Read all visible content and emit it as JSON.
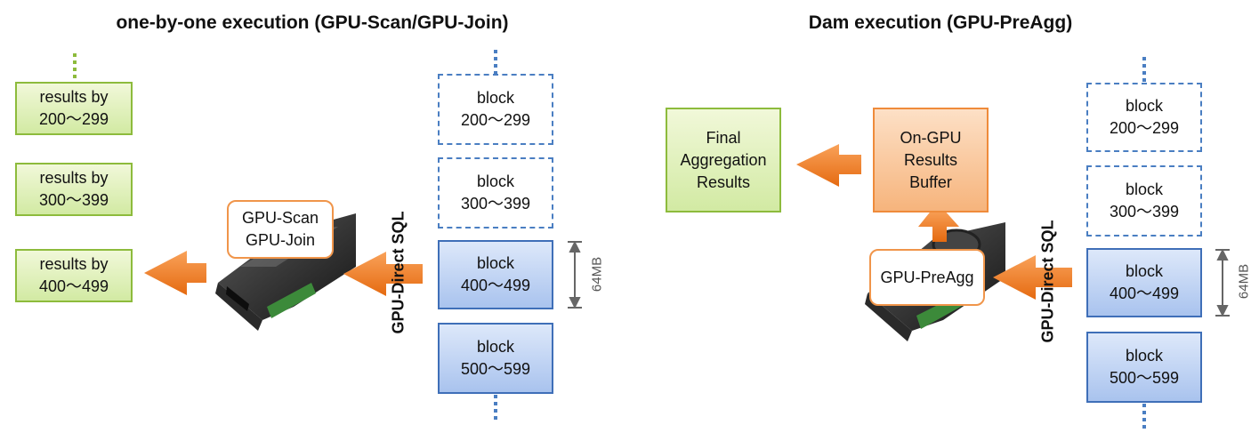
{
  "left": {
    "title": "one-by-one execution (GPU-Scan/GPU-Join)",
    "results": [
      "results by\n200～299",
      "results by\n300～399",
      "results by\n400～499"
    ],
    "gpu_label": "GPU-Scan\nGPU-Join",
    "transfer_label": "GPU-Direct SQL",
    "blocks": [
      {
        "label": "block\n200～299",
        "state": "pending"
      },
      {
        "label": "block\n300～399",
        "state": "pending"
      },
      {
        "label": "block\n400～499",
        "state": "active"
      },
      {
        "label": "block\n500～599",
        "state": "active"
      }
    ],
    "block_size": "64MB"
  },
  "right": {
    "title": "Dam execution (GPU-PreAgg)",
    "final_label": "Final\nAggregation\nResults",
    "buffer_label": "On-GPU\nResults\nBuffer",
    "gpu_label": "GPU-PreAgg",
    "transfer_label": "GPU-Direct SQL",
    "blocks": [
      {
        "label": "block\n200～299",
        "state": "pending"
      },
      {
        "label": "block\n300～399",
        "state": "pending"
      },
      {
        "label": "block\n400～499",
        "state": "active"
      },
      {
        "label": "block\n500～599",
        "state": "active"
      }
    ],
    "block_size": "64MB"
  },
  "colors": {
    "result_green": "#d2eaa3",
    "block_blue": "#a9c3ee",
    "arrow_orange": "#f07f1e",
    "dotted_green": "#8dbb3c",
    "dotted_blue": "#4a7ec2"
  },
  "icons": {
    "gpu_card": "gpu-card-icon",
    "arrow": "orange-arrow-icon"
  }
}
